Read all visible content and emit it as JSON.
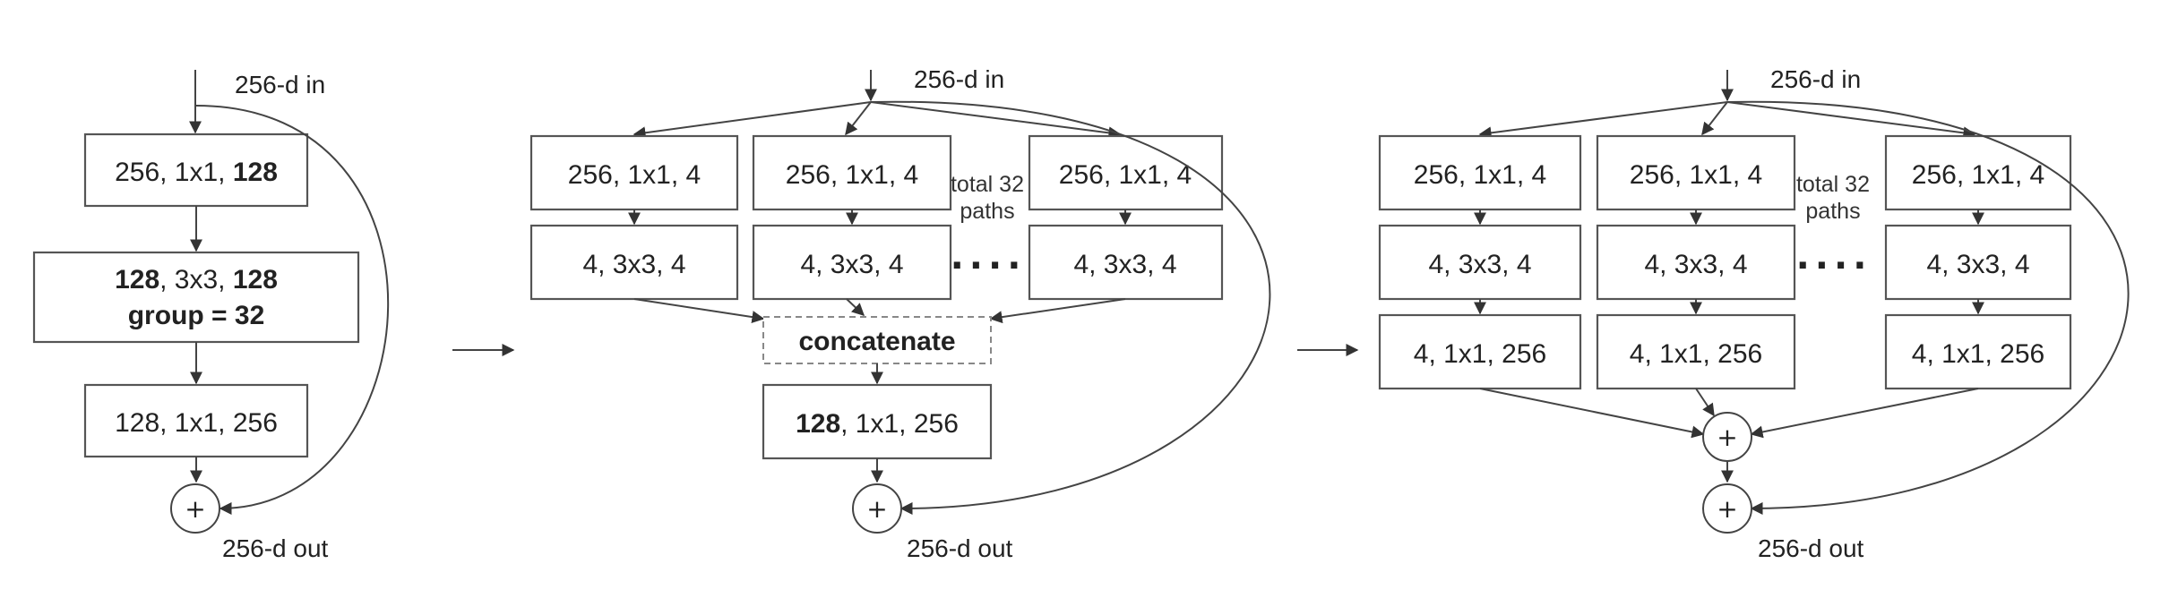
{
  "panel_a": {
    "input_label": "256-d in",
    "output_label": "256-d out",
    "plus_sign": "+",
    "conv1": {
      "pre": "256, 1x1, ",
      "bold": "128"
    },
    "conv2": {
      "bold1": "128",
      "mid": ", 3x3, ",
      "bold2": "128",
      "line2": "group = 32"
    },
    "conv3": {
      "text": "128, 1x1, 256"
    }
  },
  "panel_b": {
    "input_label": "256-d in",
    "output_label": "256-d out",
    "plus_sign": "+",
    "path_conv1": "256, 1x1, 4",
    "path_conv2": "4, 3x3, 4",
    "total_paths_line1": "total 32",
    "total_paths_line2": "paths",
    "ellipsis": "....",
    "concat_label": "concatenate",
    "final_conv": {
      "bold": "128",
      "rest": ", 1x1, 256"
    }
  },
  "panel_c": {
    "input_label": "256-d in",
    "output_label": "256-d out",
    "plus_sign": "+",
    "path_conv1": "256, 1x1, 4",
    "path_conv2": "4, 3x3, 4",
    "path_conv3": "4, 1x1, 256",
    "total_paths_line1": "total 32",
    "total_paths_line2": "paths",
    "ellipsis": "...."
  }
}
